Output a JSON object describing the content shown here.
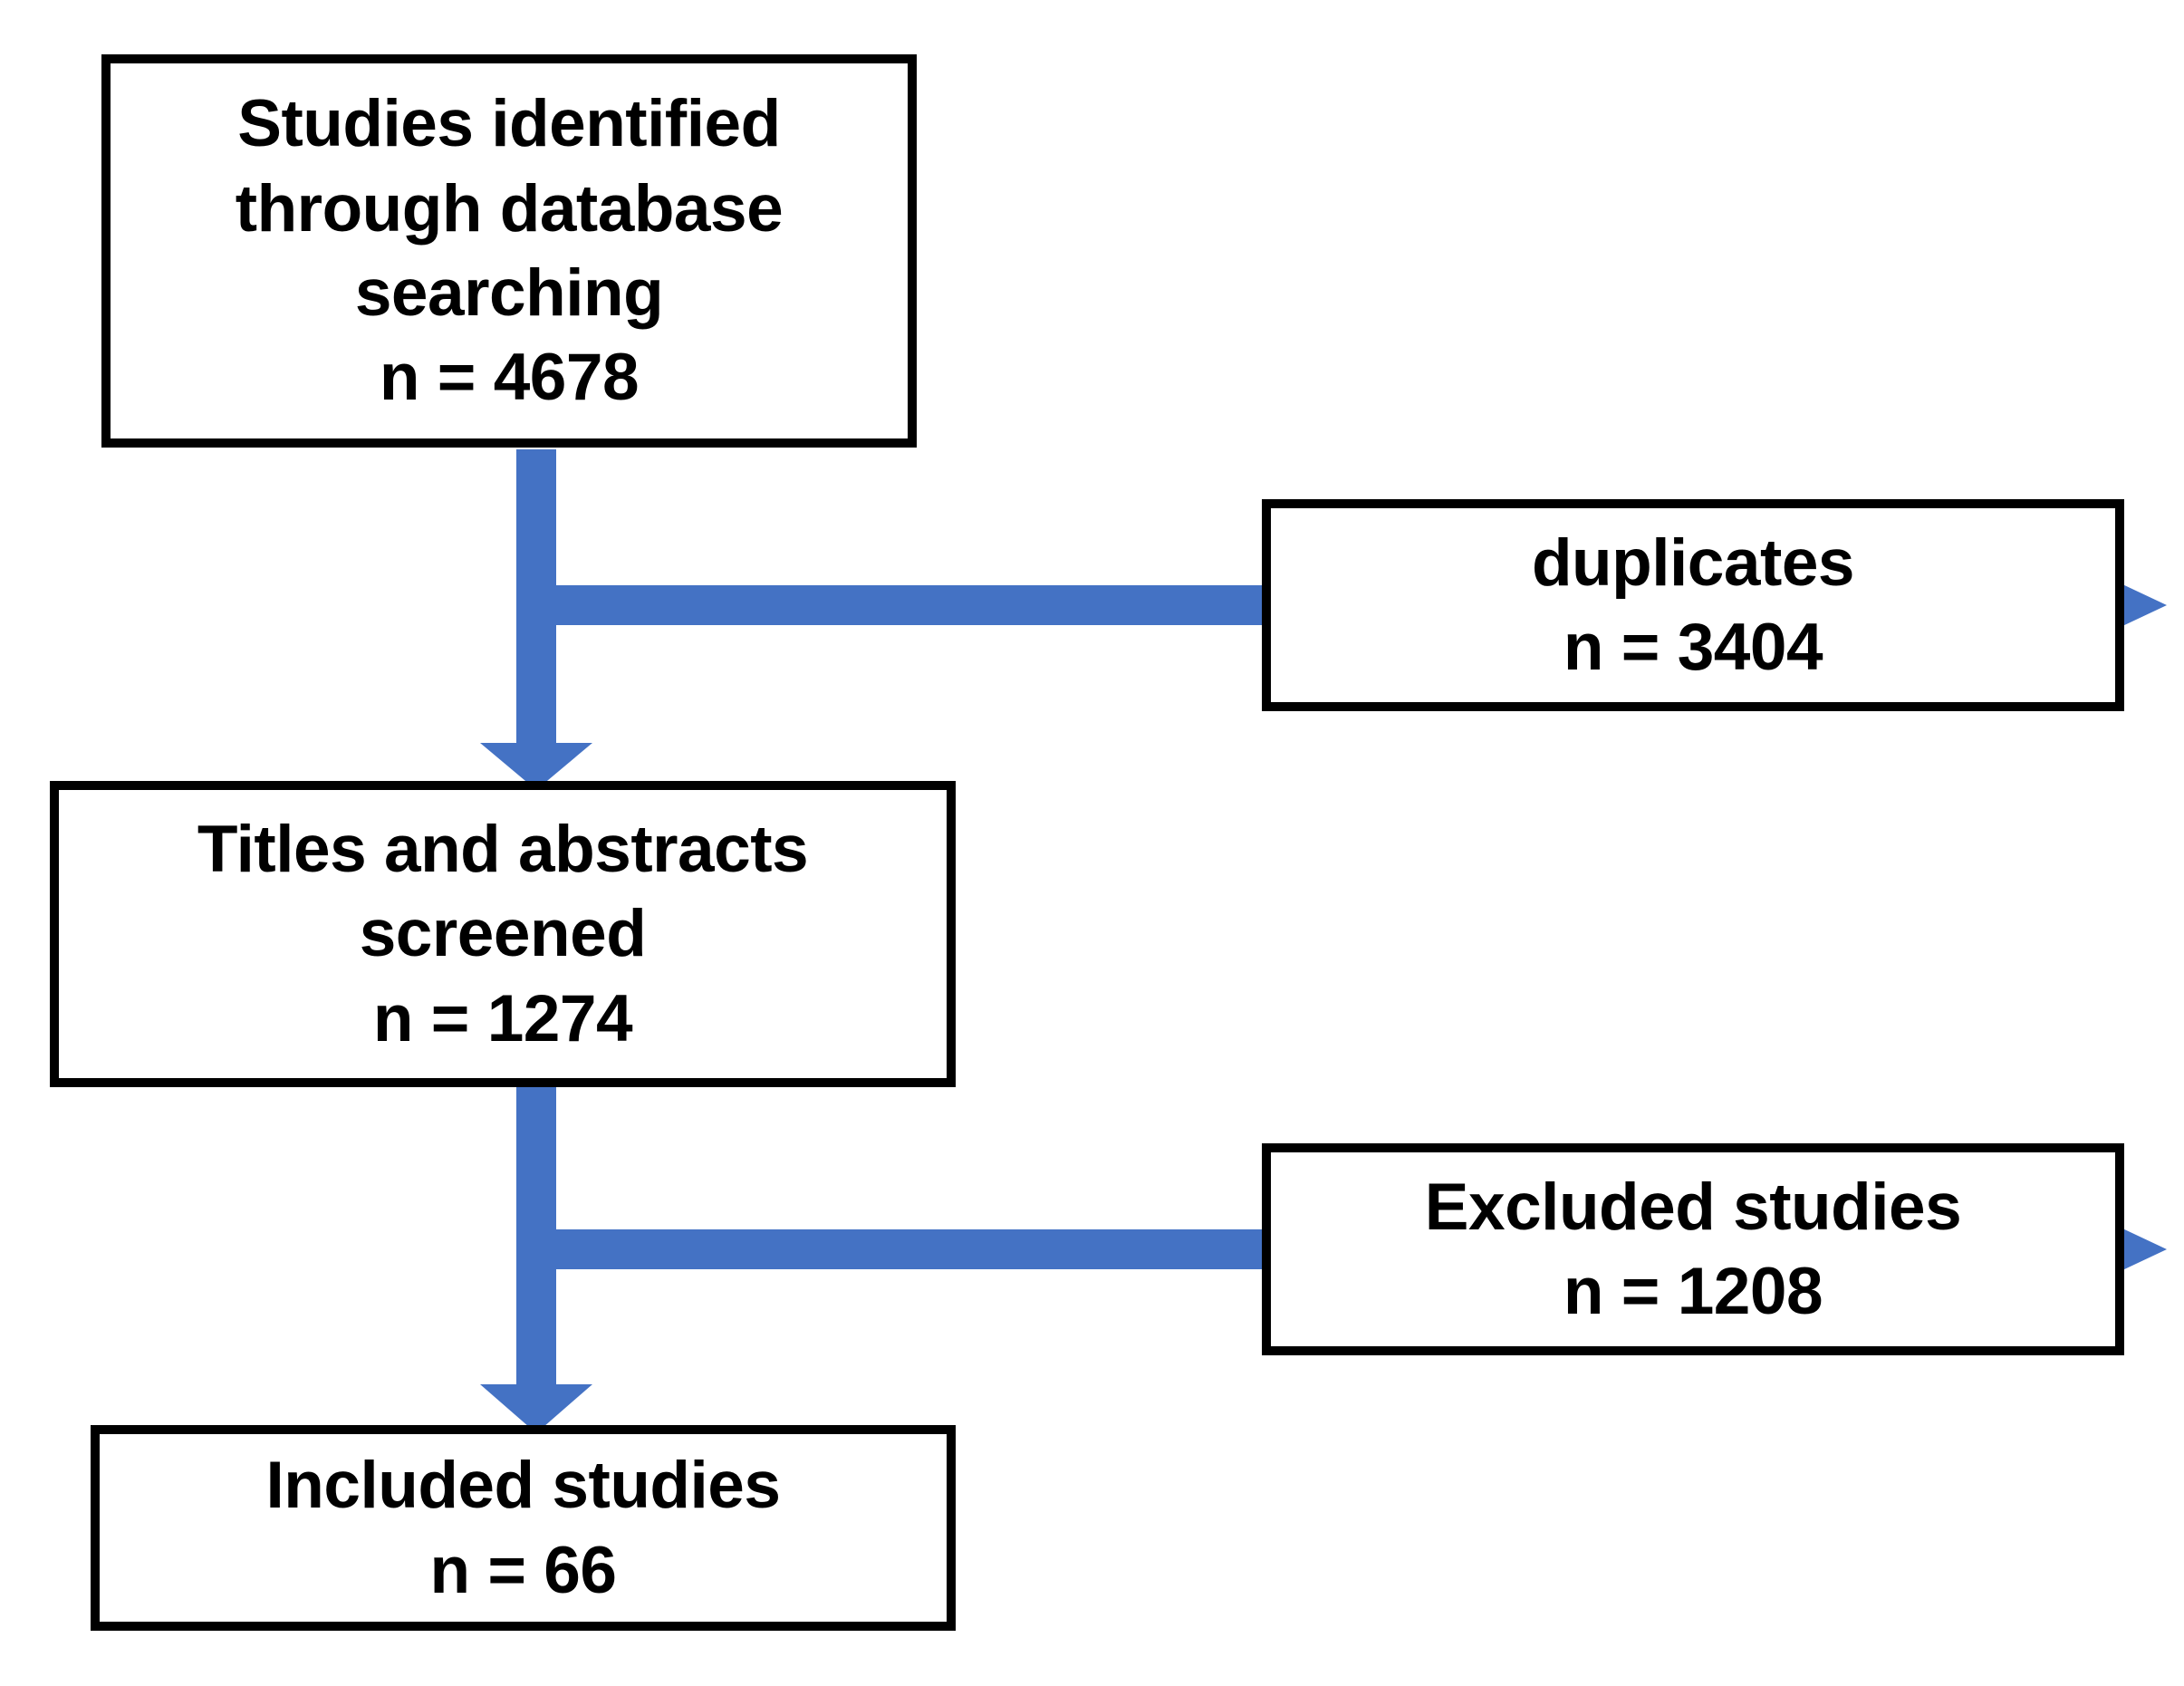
{
  "diagram": {
    "type": "prisma-flow-diagram",
    "title": "",
    "background_color": "#FFFFFF",
    "box_border_color": "#000000",
    "box_fill_color": "#FFFFFF",
    "arrow_color": "#4472C4",
    "text_color": "#000000"
  },
  "boxes": {
    "identified": {
      "name": "studies-identified",
      "line1": "Studies identified",
      "line2": "through database",
      "line3": "searching",
      "count_label": "n = 4678",
      "count_value": 4678
    },
    "duplicates": {
      "name": "duplicates",
      "line1": "duplicates",
      "count_label": "n = 3404",
      "count_value": 3404
    },
    "screened": {
      "name": "titles-and-abstracts-screened",
      "line1": "Titles and abstracts",
      "line2": "screened",
      "count_label": "n = 1274",
      "count_value": 1274
    },
    "excluded": {
      "name": "excluded-studies",
      "line1": "Excluded studies",
      "count_label": "n = 1208",
      "count_value": 1208
    },
    "included": {
      "name": "included-studies",
      "line1": "Included studies",
      "count_label": "n = 66",
      "count_value": 66
    }
  },
  "arrows": [
    {
      "name": "arrow-identified-to-screened",
      "direction": "down",
      "from": "identified",
      "to": "screened",
      "color": "#4472C4"
    },
    {
      "name": "arrow-identified-to-duplicates",
      "direction": "right",
      "from": "identified",
      "to": "duplicates",
      "color": "#4472C4"
    },
    {
      "name": "arrow-screened-to-included",
      "direction": "down",
      "from": "screened",
      "to": "included",
      "color": "#4472C4"
    },
    {
      "name": "arrow-screened-to-excluded",
      "direction": "right",
      "from": "screened",
      "to": "excluded",
      "color": "#4472C4"
    }
  ],
  "chart_data": {
    "type": "flowchart",
    "title": "PRISMA study selection flow",
    "nodes": [
      {
        "id": "identified",
        "label": "Studies identified through database searching",
        "n": 4678,
        "stage": "identification"
      },
      {
        "id": "duplicates",
        "label": "duplicates",
        "n": 3404,
        "stage": "identification-removed"
      },
      {
        "id": "screened",
        "label": "Titles and abstracts screened",
        "n": 1274,
        "stage": "screening"
      },
      {
        "id": "excluded",
        "label": "Excluded studies",
        "n": 1208,
        "stage": "screening-removed"
      },
      {
        "id": "included",
        "label": "Included studies",
        "n": 66,
        "stage": "included"
      }
    ],
    "edges": [
      {
        "from": "identified",
        "to": "screened",
        "kind": "flow"
      },
      {
        "from": "identified",
        "to": "duplicates",
        "kind": "removed"
      },
      {
        "from": "screened",
        "to": "included",
        "kind": "flow"
      },
      {
        "from": "screened",
        "to": "excluded",
        "kind": "removed"
      }
    ]
  }
}
